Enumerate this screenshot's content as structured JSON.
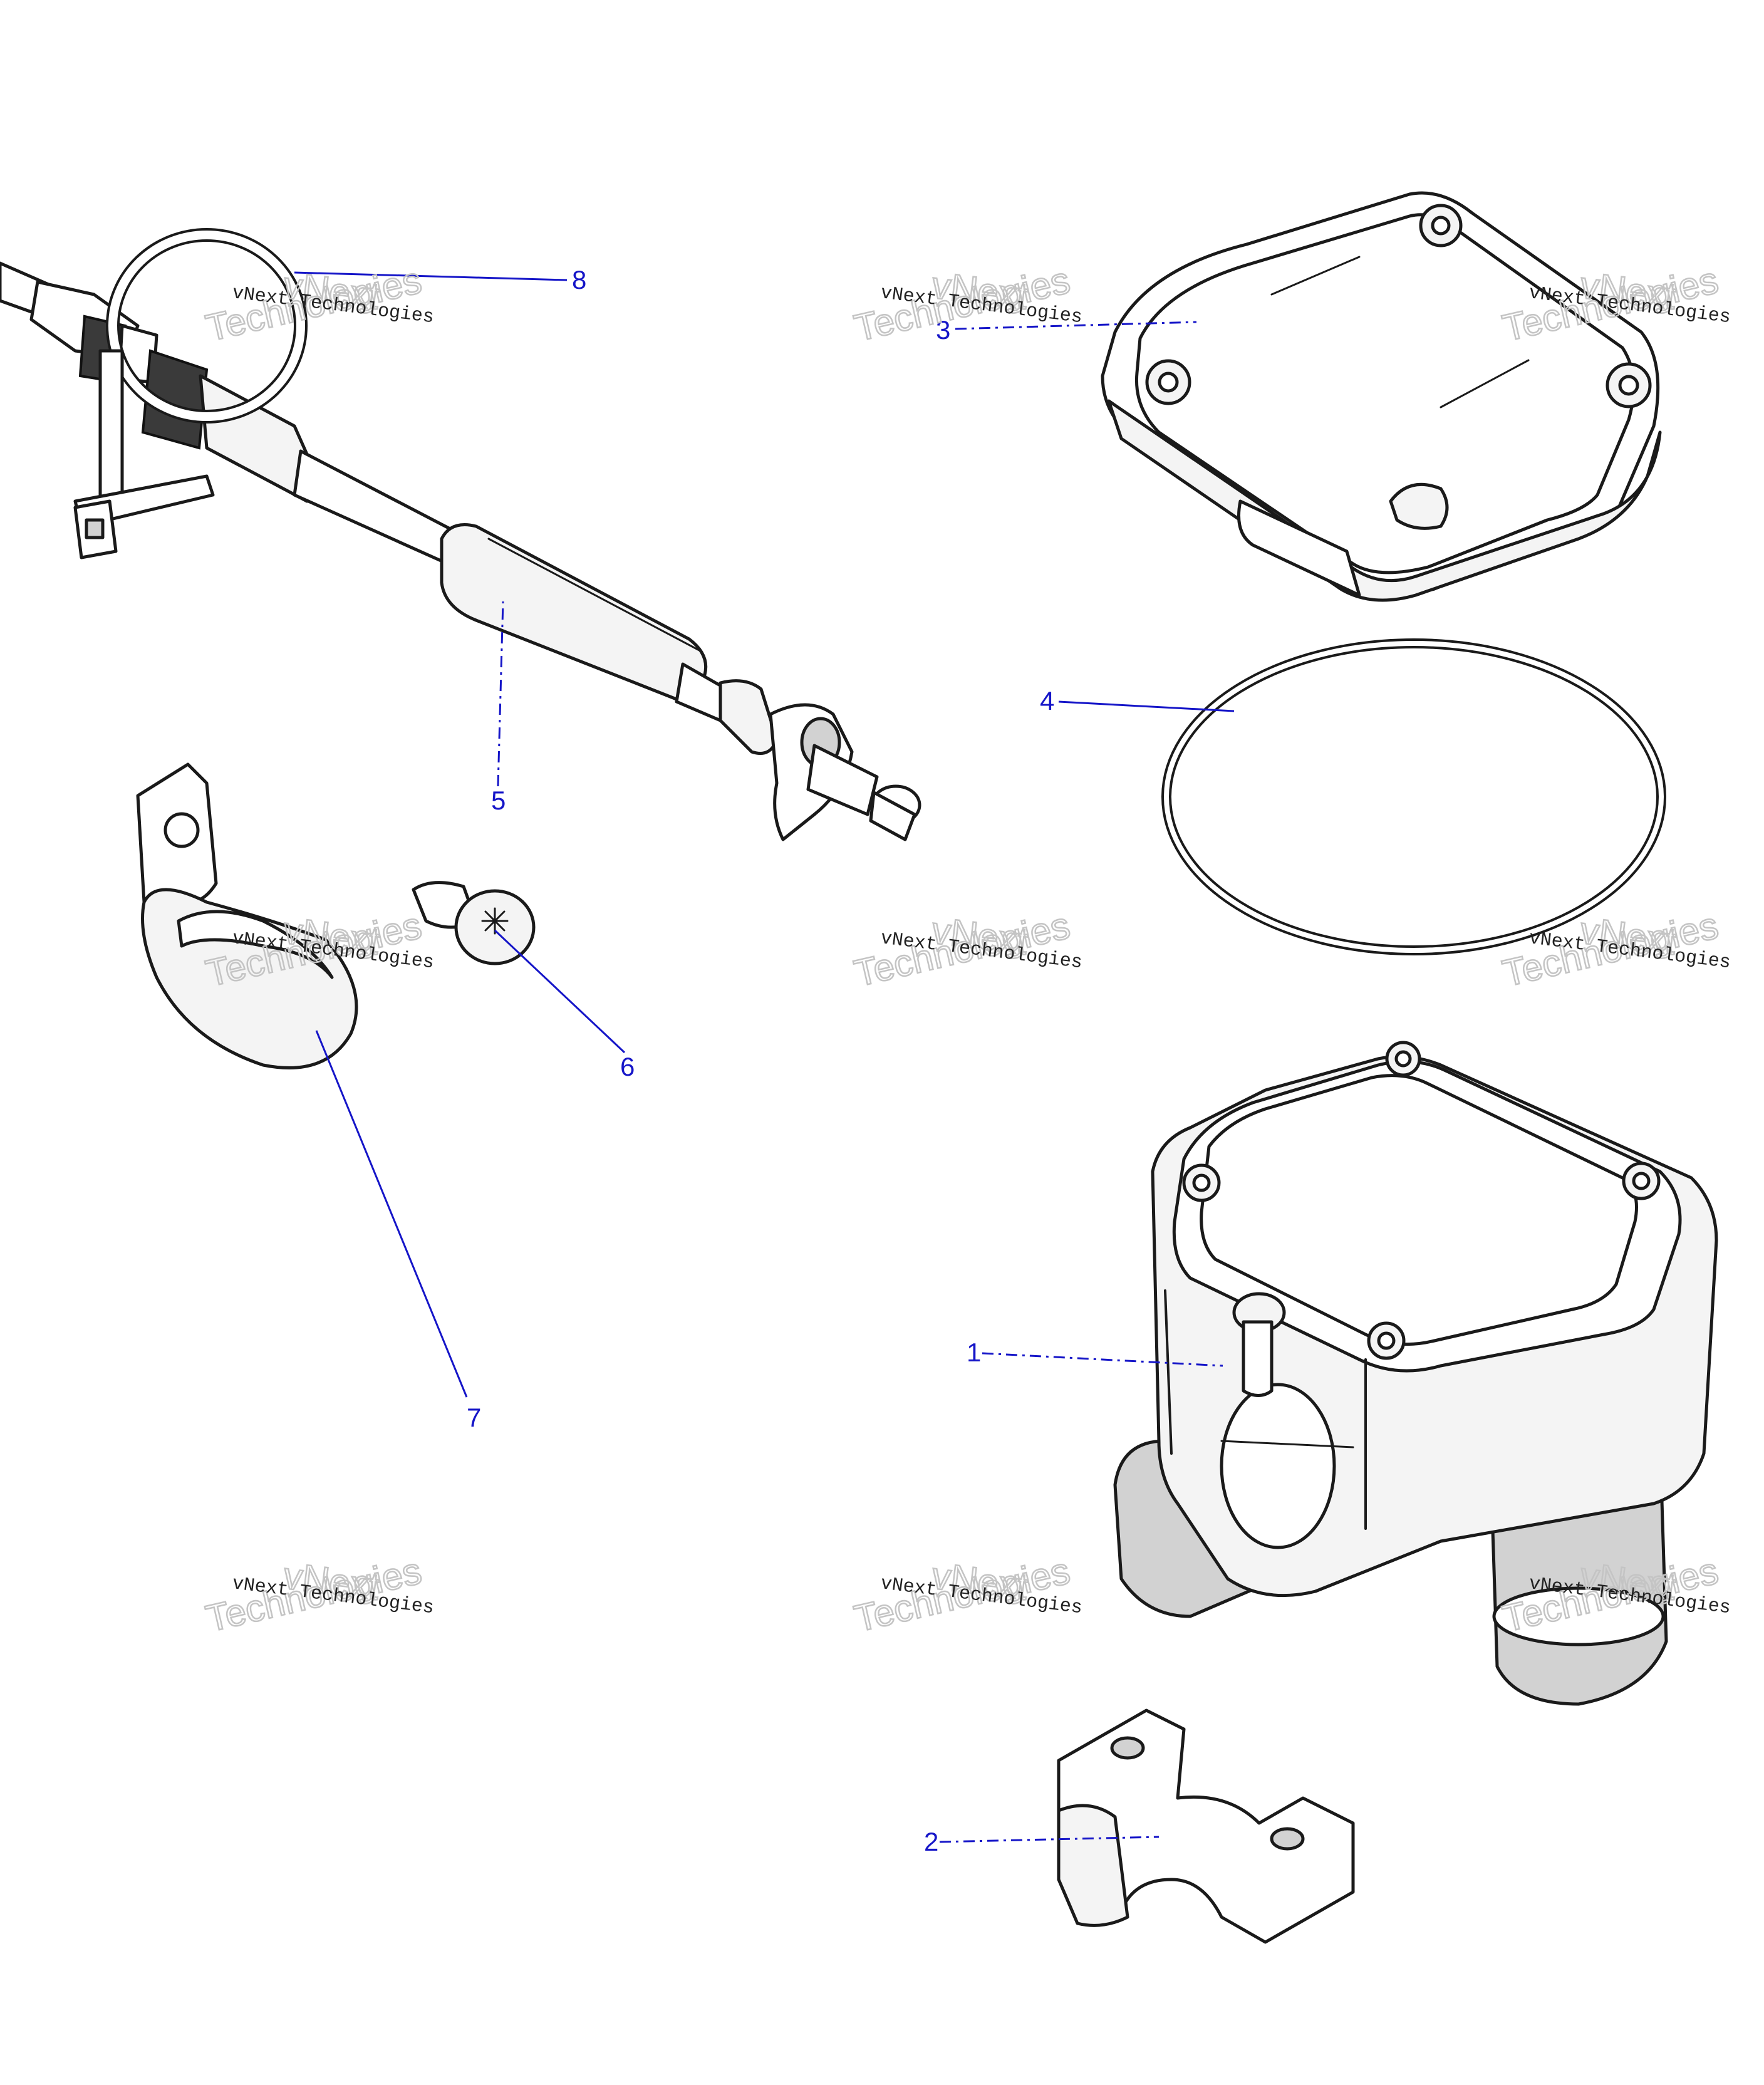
{
  "callouts": [
    {
      "id": "1",
      "label": "1"
    },
    {
      "id": "2",
      "label": "2"
    },
    {
      "id": "3",
      "label": "3"
    },
    {
      "id": "4",
      "label": "4"
    },
    {
      "id": "5",
      "label": "5"
    },
    {
      "id": "6",
      "label": "6"
    },
    {
      "id": "7",
      "label": "7"
    },
    {
      "id": "8",
      "label": "8"
    }
  ],
  "watermark": {
    "company": "vNext Technologies",
    "line1": "vNext",
    "line2": "Technologies"
  }
}
